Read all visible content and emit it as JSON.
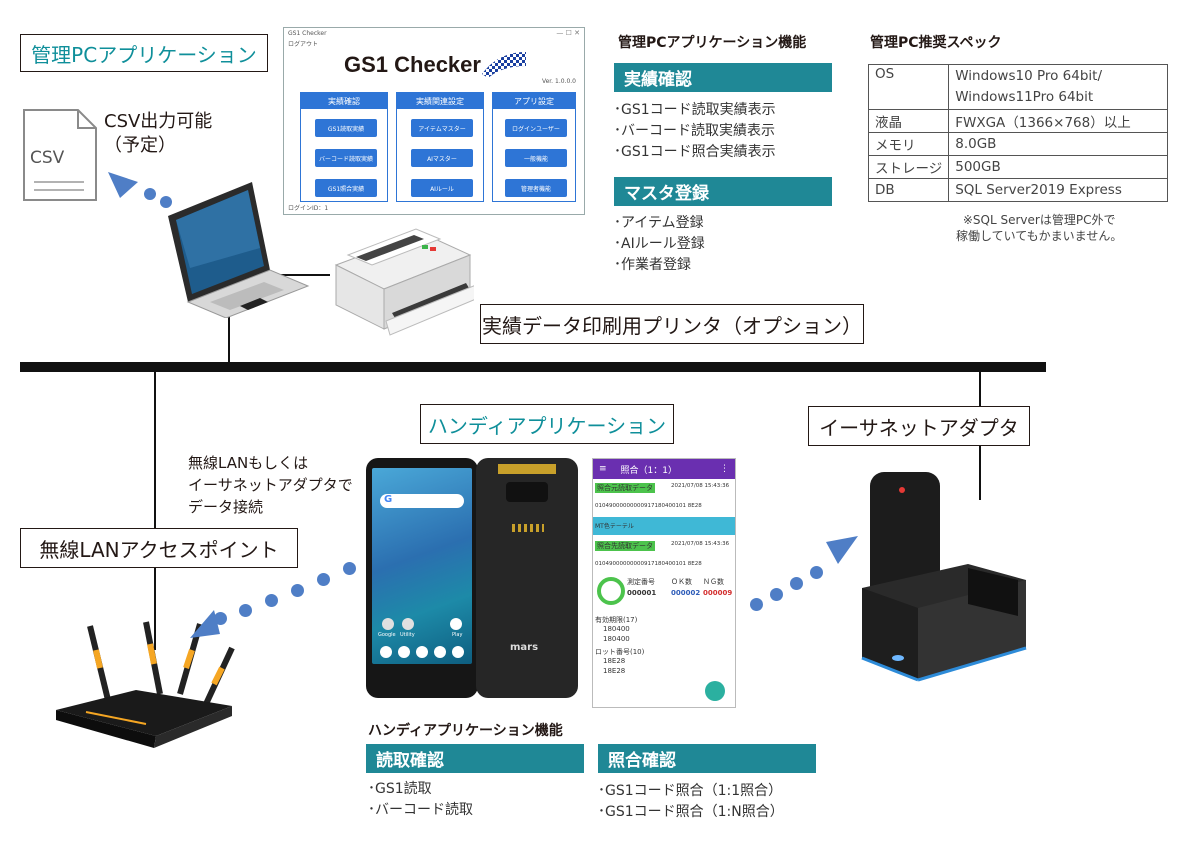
{
  "pc_app_label": "管理PCアプリケーション",
  "csv_label": "CSV出力可能",
  "csv_sub": "（予定）",
  "csv_icon_text": "CSV",
  "gs1_window": {
    "title_bar": "GS1 Checker",
    "menu": "ログアウト",
    "app_name": "GS1 Checker",
    "version": "Ver. 1.0.0.0",
    "columns": [
      {
        "header": "実績確認",
        "buttons": [
          "GS1読取実績",
          "バーコード読取実績",
          "GS1照合実績"
        ]
      },
      {
        "header": "実績関連設定",
        "buttons": [
          "アイテムマスター",
          "AIマスター",
          "AIルール"
        ]
      },
      {
        "header": "アプリ設定",
        "buttons": [
          "ログインユーザー",
          "一般機能",
          "管理者機能"
        ]
      }
    ],
    "status_bar": "ログインID：1"
  },
  "pc_features": {
    "heading": "管理PCアプリケーション機能",
    "sections": [
      {
        "title": "実績確認",
        "items": [
          "･GS1コード読取実績表示",
          "･バーコード読取実績表示",
          "･GS1コード照合実績表示"
        ]
      },
      {
        "title": "マスタ登録",
        "items": [
          "･アイテム登録",
          "･AIルール登録",
          "･作業者登録"
        ]
      }
    ]
  },
  "spec": {
    "heading": "管理PC推奨スペック",
    "rows": [
      {
        "key": "OS",
        "value": "Windows10 Pro 64bit/\nWindows11Pro 64bit"
      },
      {
        "key": "液晶",
        "value": "FWXGA（1366×768）以上"
      },
      {
        "key": "メモリ",
        "value": "8.0GB"
      },
      {
        "key": "ストレージ",
        "value": "500GB"
      },
      {
        "key": "DB",
        "value": "SQL Server2019 Express"
      }
    ],
    "note_line1": "※SQL Serverは管理PC外で",
    "note_line2": "稼働していてもかまいません。"
  },
  "printer_label": "実績データ印刷用プリンタ（オプション）",
  "handy_app_label": "ハンディアプリケーション",
  "ethernet_adapter_label": "イーサネットアダプタ",
  "wireless_note": [
    "無線LANもしくは",
    "イーサネットアダプタで",
    "データ接続"
  ],
  "access_point_label": "無線LANアクセスポイント",
  "phone": {
    "brand": "mars",
    "apps": [
      "Google",
      "Utility",
      "Play"
    ]
  },
  "handy_screen": {
    "title": "照合（1：1）",
    "source_label": "照合元読取データ",
    "source_date": "2021/07/08 15:43:36",
    "source_code": "01049000000000917180400101 8E28",
    "mt_row": "MT色テーテル",
    "target_label": "照合先読取データ",
    "target_date": "2021/07/08 15:43:36",
    "target_code": "01049000000000917180400101 8E28",
    "cols": [
      "測定番号",
      "ＯＫ数",
      "ＮＧ数"
    ],
    "vals": [
      "000001",
      "000002",
      "000009"
    ],
    "expiry_label": "有効期限(17)",
    "expiry_vals": [
      "180400",
      "180400"
    ],
    "lot_label": "ロット番号(10)",
    "lot_vals": [
      "18E28",
      "18E28"
    ]
  },
  "handy_features": {
    "heading": "ハンディアプリケーション機能",
    "sections": [
      {
        "title": "読取確認",
        "items": [
          "･GS1読取",
          "･バーコード読取"
        ]
      },
      {
        "title": "照合確認",
        "items": [
          "･GS1コード照合（1:1照合）",
          "･GS1コード照合（1:N照合）"
        ]
      }
    ]
  },
  "colors": {
    "teal": "#1f8896",
    "dots": "#4f7ec6",
    "gs1_blue": "#2e75d6"
  }
}
